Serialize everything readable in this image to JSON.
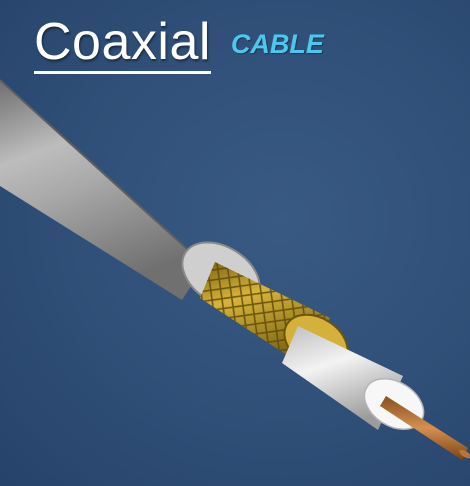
{
  "title": {
    "main": "Coaxial",
    "sub": "CABLE"
  },
  "colors": {
    "background": "#2f4f78",
    "jacket": "#9a9a9a",
    "shield": "#c9a227",
    "dielectric": "#e6e6e6",
    "conductor": "#b87333",
    "subtitle": "#4ec7ee"
  },
  "cable_layers": [
    {
      "name": "outer-jacket"
    },
    {
      "name": "braided-shield"
    },
    {
      "name": "dielectric-insulator"
    },
    {
      "name": "center-conductor"
    }
  ]
}
